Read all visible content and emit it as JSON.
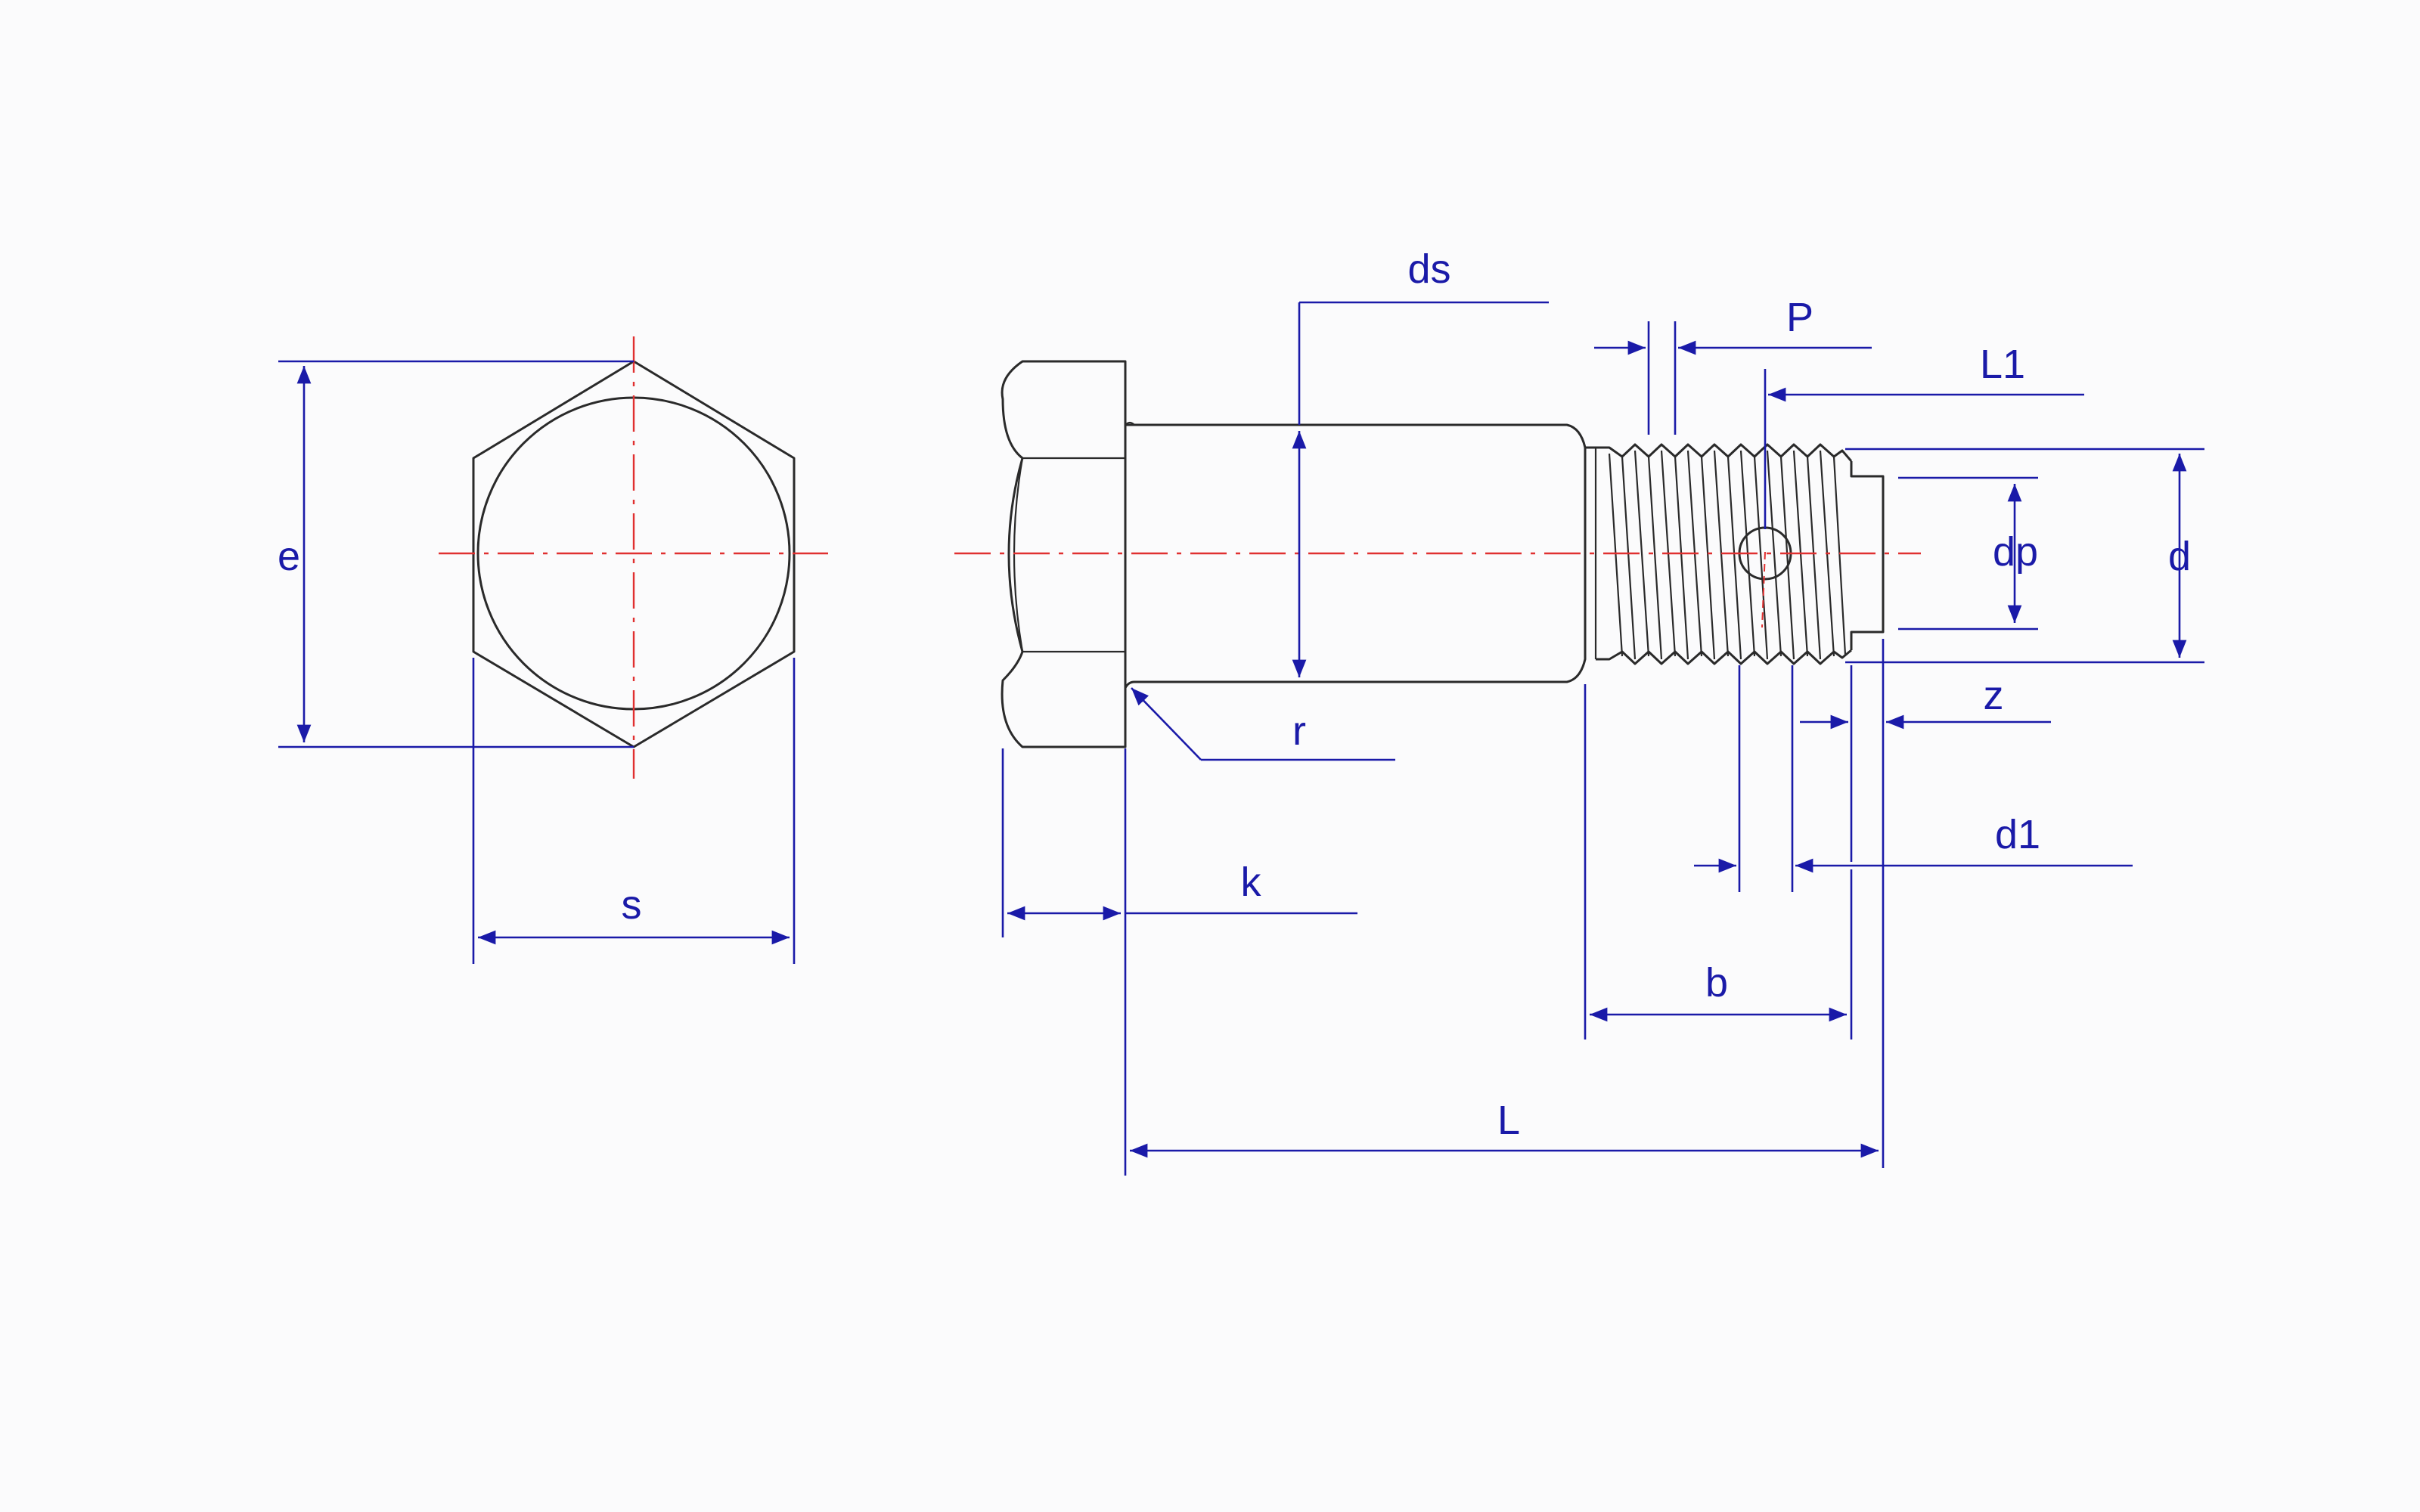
{
  "colors": {
    "outline": "#2a2a2a",
    "dimension": "#1a1aa8",
    "centerline": "#e03030",
    "background": "#fbfbfc"
  },
  "labels": {
    "e": "e",
    "s": "s",
    "ds": "ds",
    "P": "P",
    "L1": "L1",
    "dp": "dp",
    "d": "d",
    "z": "z",
    "r": "r",
    "d1": "d1",
    "k": "k",
    "b": "b",
    "L": "L"
  }
}
